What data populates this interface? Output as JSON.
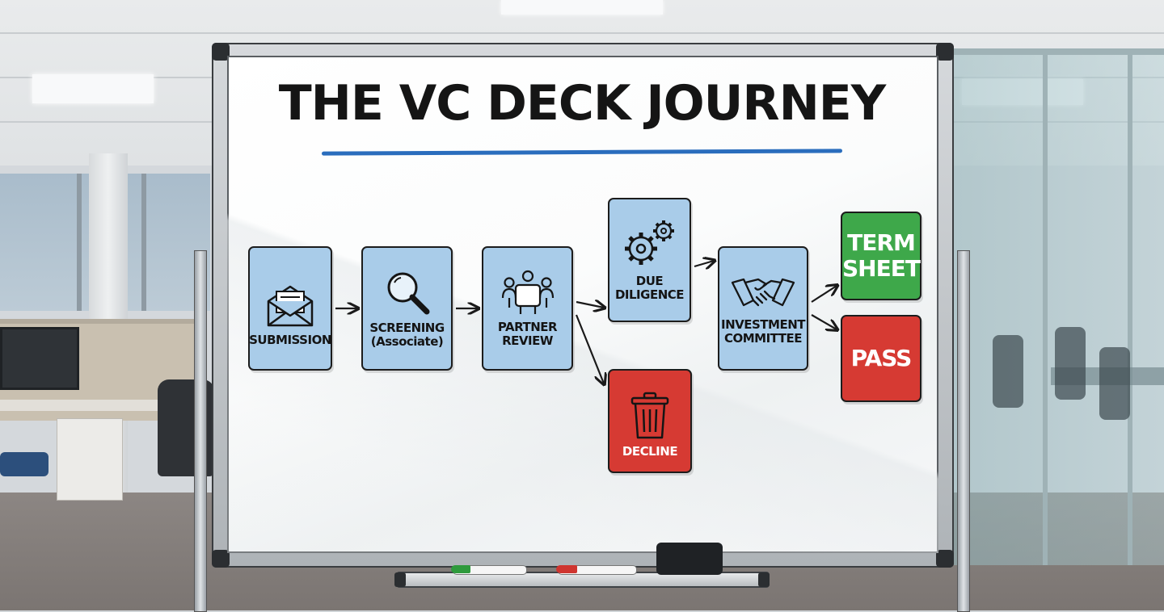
{
  "diagram": {
    "title": "THE VC DECK JOURNEY",
    "nodes": {
      "submission": {
        "label": "SUBMISSION",
        "icon": "envelope-icon"
      },
      "screening": {
        "label": "SCREENING\n(Associate)",
        "icon": "magnifier-icon"
      },
      "partner_review": {
        "label": "PARTNER\nREVIEW",
        "icon": "meeting-table-icon"
      },
      "due_diligence": {
        "label": "DUE\nDILIGENCE",
        "icon": "gears-icon"
      },
      "decline": {
        "label": "DECLINE",
        "icon": "trash-can-icon"
      },
      "investment_committee": {
        "label": "INVESTMENT\nCOMMITTEE",
        "icon": "handshake-icon"
      },
      "term_sheet": {
        "label": "TERM\nSHEET"
      },
      "pass": {
        "label": "PASS"
      }
    },
    "edges": [
      [
        "submission",
        "screening"
      ],
      [
        "screening",
        "partner_review"
      ],
      [
        "partner_review",
        "due_diligence"
      ],
      [
        "partner_review",
        "decline"
      ],
      [
        "due_diligence",
        "investment_committee"
      ],
      [
        "investment_committee",
        "term_sheet"
      ],
      [
        "investment_committee",
        "pass"
      ]
    ],
    "colors": {
      "process": "#a9cce9",
      "positive": "#3ea84a",
      "negative": "#d63a33",
      "title_underline": "#2a6dbd"
    }
  }
}
